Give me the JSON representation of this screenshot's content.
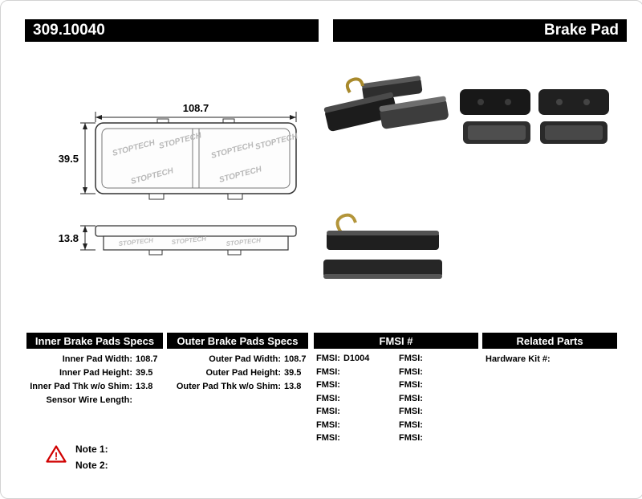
{
  "header": {
    "part_number": "309.10040",
    "title": "Brake Pad"
  },
  "drawing": {
    "brand_watermark": "STOPTECH",
    "front_view": {
      "width": "108.7",
      "height": "39.5"
    },
    "side_view": {
      "thickness": "13.8"
    }
  },
  "specs": {
    "inner": {
      "header": "Inner Brake Pads Specs",
      "rows": [
        {
          "label": "Inner Pad Width:",
          "value": "108.7"
        },
        {
          "label": "Inner Pad Height:",
          "value": "39.5"
        },
        {
          "label": "Inner Pad Thk w/o Shim:",
          "value": "13.8"
        },
        {
          "label": "Sensor Wire Length:",
          "value": ""
        }
      ]
    },
    "outer": {
      "header": "Outer Brake Pads Specs",
      "rows": [
        {
          "label": "Outer Pad Width:",
          "value": "108.7"
        },
        {
          "label": "Outer Pad Height:",
          "value": "39.5"
        },
        {
          "label": "Outer Pad Thk w/o Shim:",
          "value": "13.8"
        }
      ]
    },
    "fmsi": {
      "header": "FMSI #",
      "col1": [
        {
          "label": "FMSI:",
          "value": "D1004"
        },
        {
          "label": "FMSI:",
          "value": ""
        },
        {
          "label": "FMSI:",
          "value": ""
        },
        {
          "label": "FMSI:",
          "value": ""
        },
        {
          "label": "FMSI:",
          "value": ""
        },
        {
          "label": "FMSI:",
          "value": ""
        },
        {
          "label": "FMSI:",
          "value": ""
        }
      ],
      "col2": [
        {
          "label": "FMSI:",
          "value": ""
        },
        {
          "label": "FMSI:",
          "value": ""
        },
        {
          "label": "FMSI:",
          "value": ""
        },
        {
          "label": "FMSI:",
          "value": ""
        },
        {
          "label": "FMSI:",
          "value": ""
        },
        {
          "label": "FMSI:",
          "value": ""
        },
        {
          "label": "FMSI:",
          "value": ""
        }
      ]
    },
    "related": {
      "header": "Related Parts",
      "rows": [
        {
          "label": "Hardware Kit #:",
          "value": ""
        }
      ]
    }
  },
  "notes": {
    "icon": "⚠",
    "items": [
      {
        "label": "Note 1:"
      },
      {
        "label": "Note 2:"
      }
    ]
  },
  "colors": {
    "header_bar": "#000000",
    "warning_red": "#d00000"
  }
}
